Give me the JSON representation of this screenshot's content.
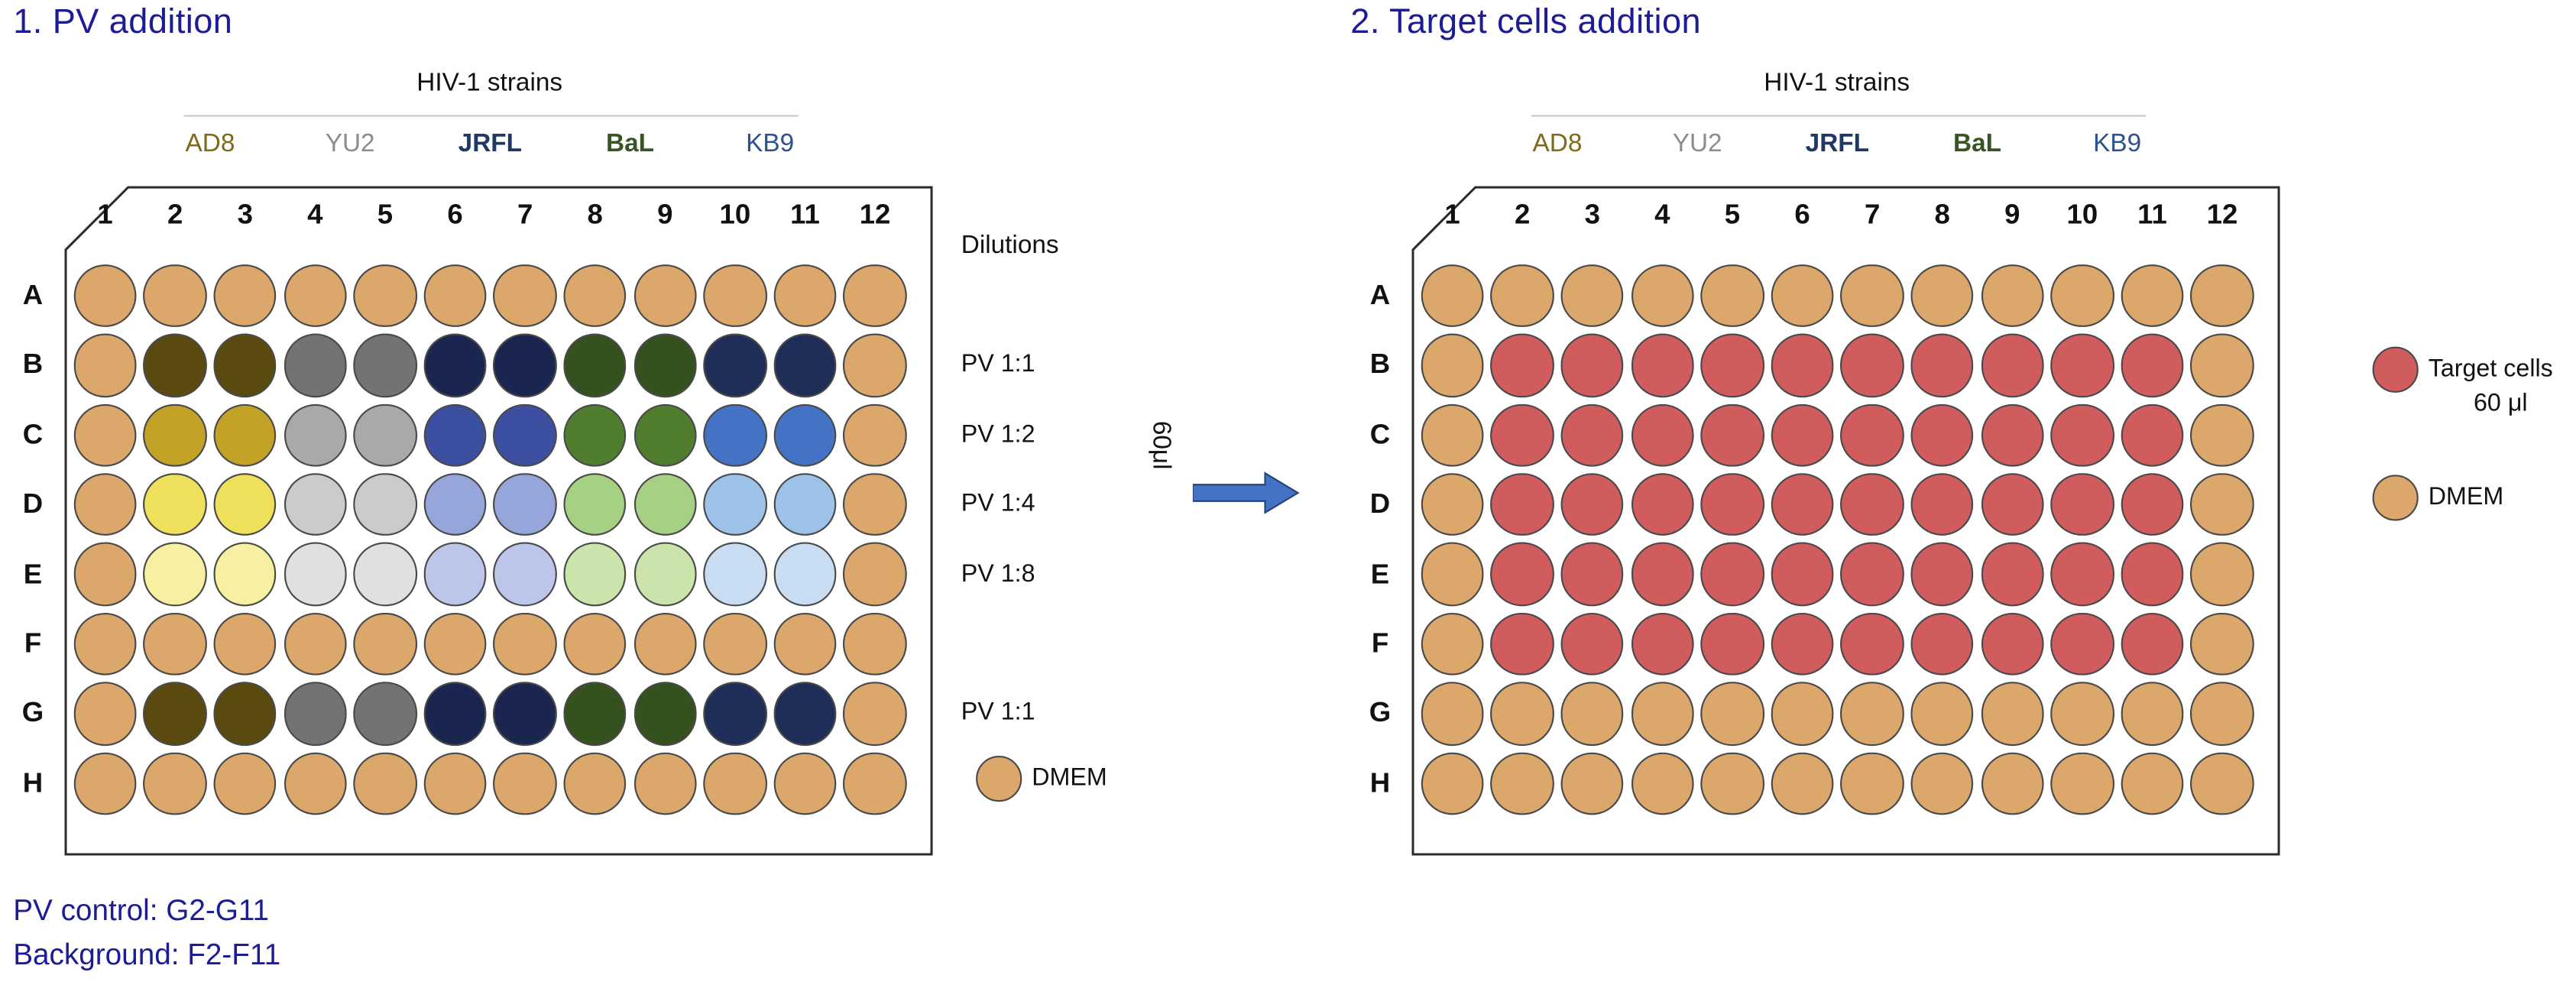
{
  "palette": {
    "D": "#DCA76B",
    "T": "#D05C5E",
    "a1": "#5A4A10",
    "a2": "#C2A327",
    "a4": "#EFE05C",
    "a8": "#F7F0A2",
    "u1": "#737373",
    "u2": "#A9A9A9",
    "u4": "#CBCBCB",
    "u8": "#E0E0E0",
    "j1": "#1A2650",
    "j2": "#3C4FA1",
    "j4": "#96A5DA",
    "j8": "#BCC6EA",
    "b1": "#34511E",
    "b2": "#507E2E",
    "b4": "#A6D184",
    "b8": "#CBE4AB",
    "k1": "#1F2E58",
    "k2": "#4473C5",
    "k4": "#9CC2E8",
    "k8": "#C8DDF2"
  },
  "panel1": {
    "title": "1. PV addition",
    "strains_header": "HIV-1 strains",
    "strains": [
      {
        "label": "AD8",
        "color": "#7F6A1C",
        "bold": false
      },
      {
        "label": "YU2",
        "color": "#8C8C8C",
        "bold": false
      },
      {
        "label": "JRFL",
        "color": "#1F3864",
        "bold": true
      },
      {
        "label": "BaL",
        "color": "#375623",
        "bold": true
      },
      {
        "label": "KB9",
        "color": "#2E5090",
        "bold": false
      }
    ],
    "columns": [
      "1",
      "2",
      "3",
      "4",
      "5",
      "6",
      "7",
      "8",
      "9",
      "10",
      "11",
      "12"
    ],
    "rows": [
      "A",
      "B",
      "C",
      "D",
      "E",
      "F",
      "G",
      "H"
    ],
    "dilutions_title": "Dilutions",
    "annotations": [
      {
        "row": "B",
        "label": "PV 1:1"
      },
      {
        "row": "C",
        "label": "PV 1:2"
      },
      {
        "row": "D",
        "label": "PV 1:4"
      },
      {
        "row": "E",
        "label": "PV 1:8"
      },
      {
        "row": "G",
        "label": "PV 1:1"
      }
    ],
    "legend": [
      {
        "label": "DMEM",
        "color_key": "D"
      }
    ],
    "grid": [
      [
        "D",
        "D",
        "D",
        "D",
        "D",
        "D",
        "D",
        "D",
        "D",
        "D",
        "D",
        "D"
      ],
      [
        "D",
        "a1",
        "a1",
        "u1",
        "u1",
        "j1",
        "j1",
        "b1",
        "b1",
        "k1",
        "k1",
        "D"
      ],
      [
        "D",
        "a2",
        "a2",
        "u2",
        "u2",
        "j2",
        "j2",
        "b2",
        "b2",
        "k2",
        "k2",
        "D"
      ],
      [
        "D",
        "a4",
        "a4",
        "u4",
        "u4",
        "j4",
        "j4",
        "b4",
        "b4",
        "k4",
        "k4",
        "D"
      ],
      [
        "D",
        "a8",
        "a8",
        "u8",
        "u8",
        "j8",
        "j8",
        "b8",
        "b8",
        "k8",
        "k8",
        "D"
      ],
      [
        "D",
        "D",
        "D",
        "D",
        "D",
        "D",
        "D",
        "D",
        "D",
        "D",
        "D",
        "D"
      ],
      [
        "D",
        "a1",
        "a1",
        "u1",
        "u1",
        "j1",
        "j1",
        "b1",
        "b1",
        "k1",
        "k1",
        "D"
      ],
      [
        "D",
        "D",
        "D",
        "D",
        "D",
        "D",
        "D",
        "D",
        "D",
        "D",
        "D",
        "D"
      ]
    ]
  },
  "transfer": {
    "volume_label": "60μl"
  },
  "panel2": {
    "title": "2. Target cells addition",
    "strains_header": "HIV-1 strains",
    "strains": [
      {
        "label": "AD8",
        "color": "#7F6A1C",
        "bold": false
      },
      {
        "label": "YU2",
        "color": "#8C8C8C",
        "bold": false
      },
      {
        "label": "JRFL",
        "color": "#1F3864",
        "bold": true
      },
      {
        "label": "BaL",
        "color": "#375623",
        "bold": true
      },
      {
        "label": "KB9",
        "color": "#2E5090",
        "bold": false
      }
    ],
    "columns": [
      "1",
      "2",
      "3",
      "4",
      "5",
      "6",
      "7",
      "8",
      "9",
      "10",
      "11",
      "12"
    ],
    "rows": [
      "A",
      "B",
      "C",
      "D",
      "E",
      "F",
      "G",
      "H"
    ],
    "legend": [
      {
        "label": "Target cells",
        "sublabel": "60 μl",
        "color_key": "T"
      },
      {
        "label": "DMEM",
        "color_key": "D"
      }
    ],
    "grid": [
      [
        "D",
        "D",
        "D",
        "D",
        "D",
        "D",
        "D",
        "D",
        "D",
        "D",
        "D",
        "D"
      ],
      [
        "D",
        "T",
        "T",
        "T",
        "T",
        "T",
        "T",
        "T",
        "T",
        "T",
        "T",
        "D"
      ],
      [
        "D",
        "T",
        "T",
        "T",
        "T",
        "T",
        "T",
        "T",
        "T",
        "T",
        "T",
        "D"
      ],
      [
        "D",
        "T",
        "T",
        "T",
        "T",
        "T",
        "T",
        "T",
        "T",
        "T",
        "T",
        "D"
      ],
      [
        "D",
        "T",
        "T",
        "T",
        "T",
        "T",
        "T",
        "T",
        "T",
        "T",
        "T",
        "D"
      ],
      [
        "D",
        "T",
        "T",
        "T",
        "T",
        "T",
        "T",
        "T",
        "T",
        "T",
        "T",
        "D"
      ],
      [
        "D",
        "D",
        "D",
        "D",
        "D",
        "D",
        "D",
        "D",
        "D",
        "D",
        "D",
        "D"
      ],
      [
        "D",
        "D",
        "D",
        "D",
        "D",
        "D",
        "D",
        "D",
        "D",
        "D",
        "D",
        "D"
      ]
    ]
  },
  "footnotes": [
    "PV control: G2-G11",
    "Background: F2-F11"
  ]
}
